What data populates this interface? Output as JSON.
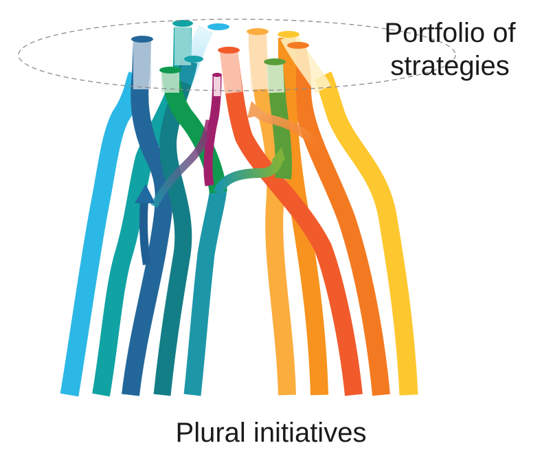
{
  "labels": {
    "portfolio_line1": "Portfolio of",
    "portfolio_line2": "strategies",
    "bottom": "Plural initiatives"
  },
  "colors": {
    "sky_blue": "#2cb8e6",
    "teal": "#11a3a3",
    "dark_blue": "#23679a",
    "dark_teal": "#147e86",
    "steel_teal": "#1d97a8",
    "green": "#0f9a50",
    "magenta": "#a01f6a",
    "light_orange": "#fbad3e",
    "orange": "#f7931e",
    "red_orange": "#f15a2b",
    "deep_orange": "#f47a22",
    "yellow": "#fdc82f",
    "olive_green": "#5a9e3a",
    "ellipse_stroke": "#8a8a8a"
  }
}
